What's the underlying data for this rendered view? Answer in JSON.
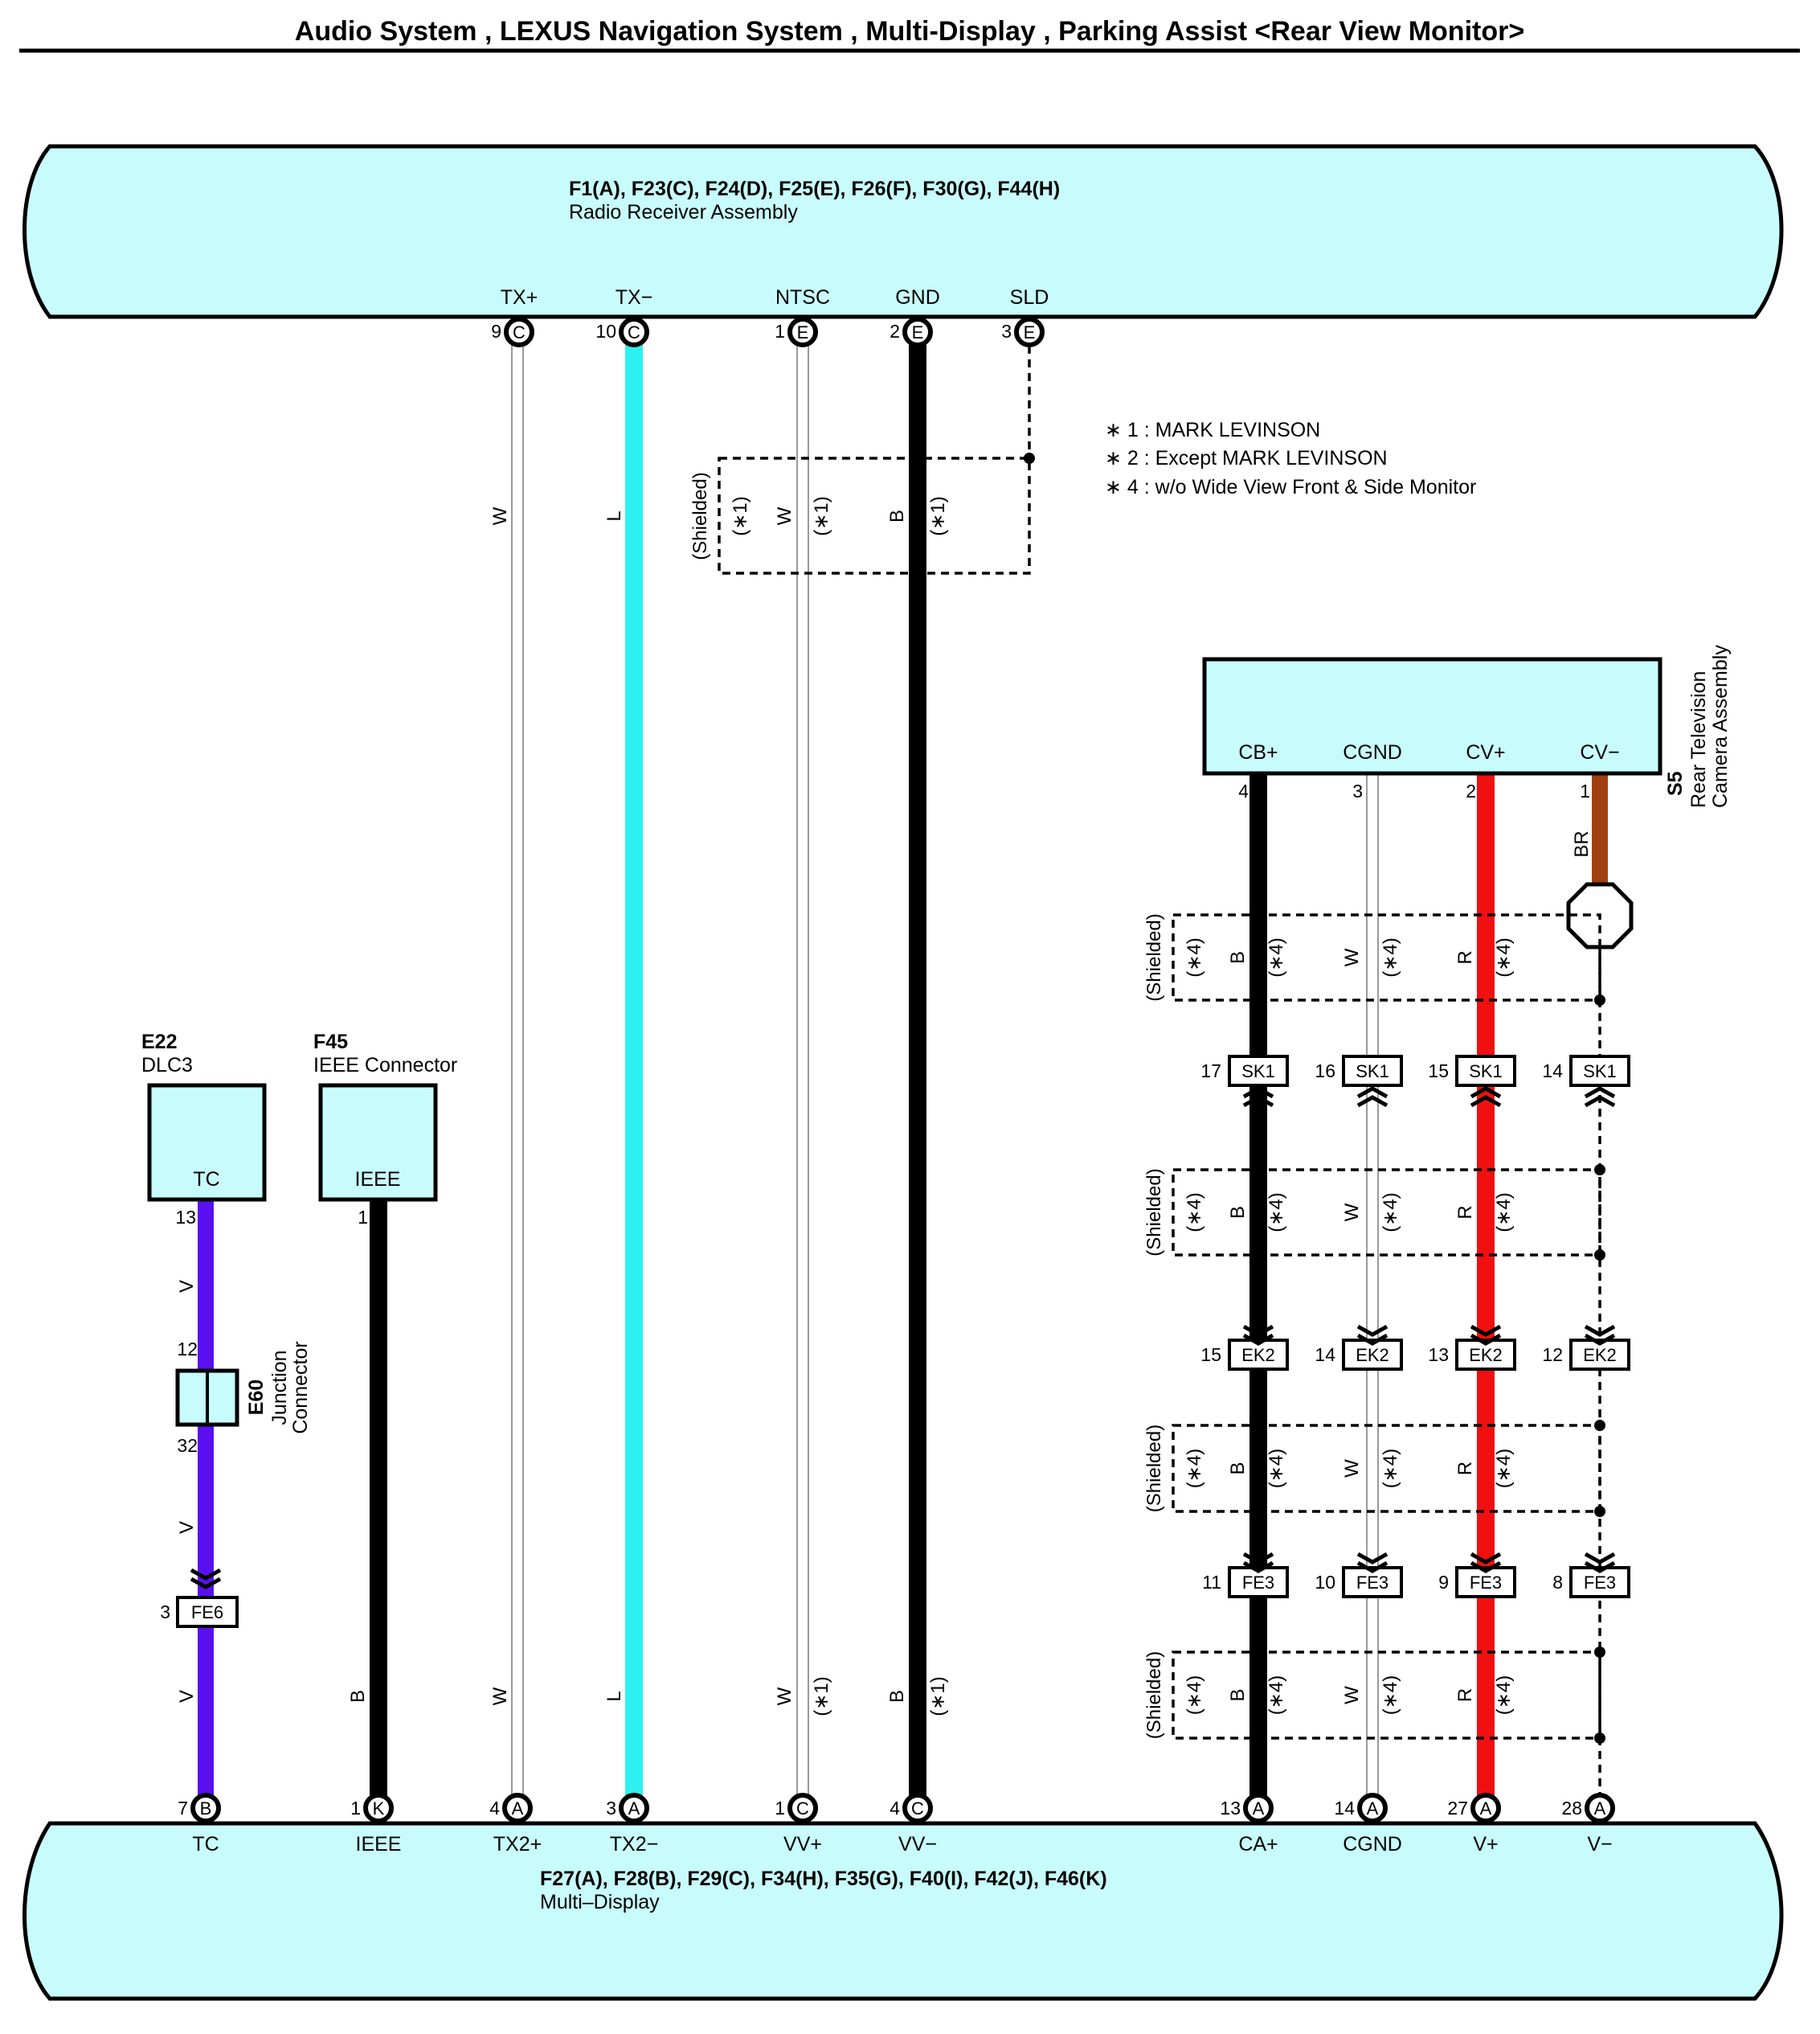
{
  "title": "Audio System , LEXUS Navigation System , Multi-Display , Parking Assist <Rear View Monitor>",
  "colors": {
    "component_fill": "#c8fcfc",
    "W": "#ffffff",
    "L": "#2ff0f0",
    "B": "#000000",
    "V": "#5a10f0",
    "R": "#f01010",
    "BR": "#a04010"
  },
  "top_component": {
    "codes": "F1(A), F23(C), F24(D), F25(E), F26(F), F30(G), F44(H)",
    "name": "Radio Receiver Assembly",
    "pins": [
      {
        "label": "TX+",
        "num": "9",
        "conn": "C"
      },
      {
        "label": "TX−",
        "num": "10",
        "conn": "C"
      },
      {
        "label": "NTSC",
        "num": "1",
        "conn": "E"
      },
      {
        "label": "GND",
        "num": "2",
        "conn": "E"
      },
      {
        "label": "SLD",
        "num": "3",
        "conn": "E"
      }
    ]
  },
  "bottom_component": {
    "codes": "F27(A), F28(B), F29(C), F34(H), F35(G), F40(I), F42(J), F46(K)",
    "name": "Multi–Display",
    "pins": [
      {
        "label": "TC",
        "num": "7",
        "conn": "B"
      },
      {
        "label": "IEEE",
        "num": "1",
        "conn": "K"
      },
      {
        "label": "TX2+",
        "num": "4",
        "conn": "A"
      },
      {
        "label": "TX2−",
        "num": "3",
        "conn": "A"
      },
      {
        "label": "VV+",
        "num": "1",
        "conn": "C"
      },
      {
        "label": "VV−",
        "num": "4",
        "conn": "C"
      },
      {
        "label": "CA+",
        "num": "13",
        "conn": "A"
      },
      {
        "label": "CGND",
        "num": "14",
        "conn": "A"
      },
      {
        "label": "V+",
        "num": "27",
        "conn": "A"
      },
      {
        "label": "V−",
        "num": "28",
        "conn": "A"
      }
    ]
  },
  "notes": [
    "∗ 1 : MARK LEVINSON",
    "∗ 2 : Except MARK LEVINSON",
    "∗ 4 : w/o Wide View Front & Side Monitor"
  ],
  "e22": {
    "code": "E22",
    "name": "DLC3",
    "pin_label": "TC",
    "pin_num": "13"
  },
  "f45": {
    "code": "F45",
    "name": "IEEE Connector",
    "pin_label": "IEEE",
    "pin_num": "1"
  },
  "e60": {
    "code": "E60",
    "name_line1": "Junction",
    "name_line2": "Connector",
    "pin_top": "12",
    "pin_bottom": "32"
  },
  "fe6": {
    "label": "FE6",
    "num": "3"
  },
  "s5": {
    "code": "S5",
    "name_line1": "Rear Television",
    "name_line2": "Camera Assembly",
    "pins": [
      {
        "label": "CB+",
        "num": "4"
      },
      {
        "label": "CGND",
        "num": "3"
      },
      {
        "label": "CV+",
        "num": "2"
      },
      {
        "label": "CV−",
        "num": "1"
      }
    ]
  },
  "inline_connectors": [
    {
      "label": "SK1",
      "nums": [
        "17",
        "16",
        "15",
        "14"
      ]
    },
    {
      "label": "EK2",
      "nums": [
        "15",
        "14",
        "13",
        "12"
      ]
    },
    {
      "label": "FE3",
      "nums": [
        "11",
        "10",
        "9",
        "8"
      ]
    }
  ],
  "wire_labels": {
    "tx_plus": "W",
    "tx_minus": "L",
    "ntsc": "W",
    "gnd": "B",
    "tc": "V",
    "ieee": "B",
    "camera": [
      "B",
      "W",
      "R"
    ],
    "camera_minus": "BR"
  },
  "shielded": "(Shielded)",
  "note1": "(∗1)",
  "note4": "(∗4)"
}
